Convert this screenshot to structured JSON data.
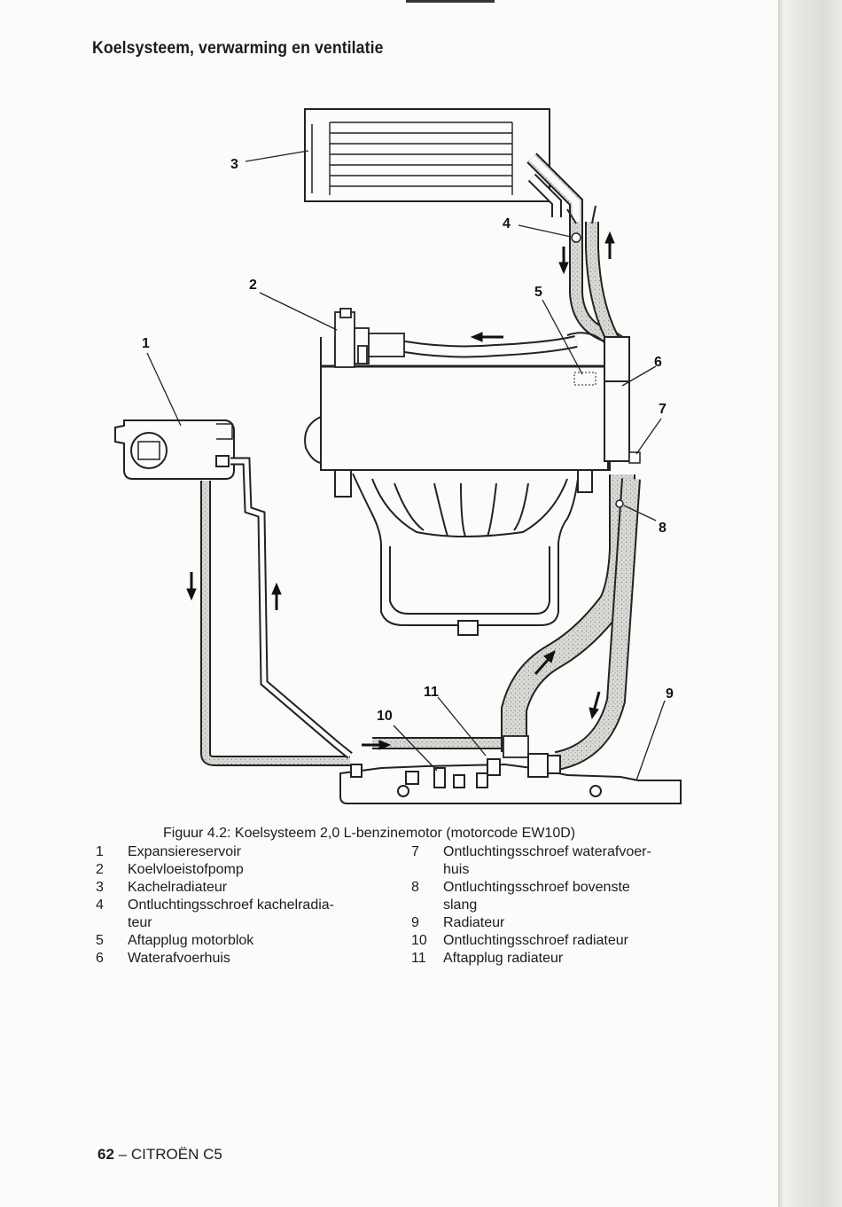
{
  "header": {
    "title": "Koelsysteem, verwarming en ventilatie"
  },
  "figure": {
    "caption": "Figuur 4.2: Koelsysteem 2,0 L-benzinemotor (motorcode EW10D)",
    "callouts": [
      "1",
      "2",
      "3",
      "4",
      "5",
      "6",
      "7",
      "8",
      "9",
      "10",
      "11"
    ]
  },
  "legend": {
    "left": [
      {
        "num": "1",
        "text": "Expansiereservoir"
      },
      {
        "num": "2",
        "text": "Koelvloeistofpomp"
      },
      {
        "num": "3",
        "text": "Kachelradiateur"
      },
      {
        "num": "4",
        "text": "Ontluchtingsschroef kachelradia-\nteur"
      },
      {
        "num": "5",
        "text": "Aftapplug motorblok"
      },
      {
        "num": "6",
        "text": "Waterafvoerhuis"
      }
    ],
    "right": [
      {
        "num": "7",
        "text": "Ontluchtingsschroef waterafvoer-\nhuis"
      },
      {
        "num": "8",
        "text": "Ontluchtingsschroef bovenste\nslang"
      },
      {
        "num": "9",
        "text": "Radiateur"
      },
      {
        "num": "10",
        "text": "Ontluchtingsschroef radiateur"
      },
      {
        "num": "11",
        "text": "Aftapplug radiateur"
      }
    ]
  },
  "footer": {
    "page_number": "62",
    "separator": "–",
    "book_title": "CITROËN C5"
  }
}
